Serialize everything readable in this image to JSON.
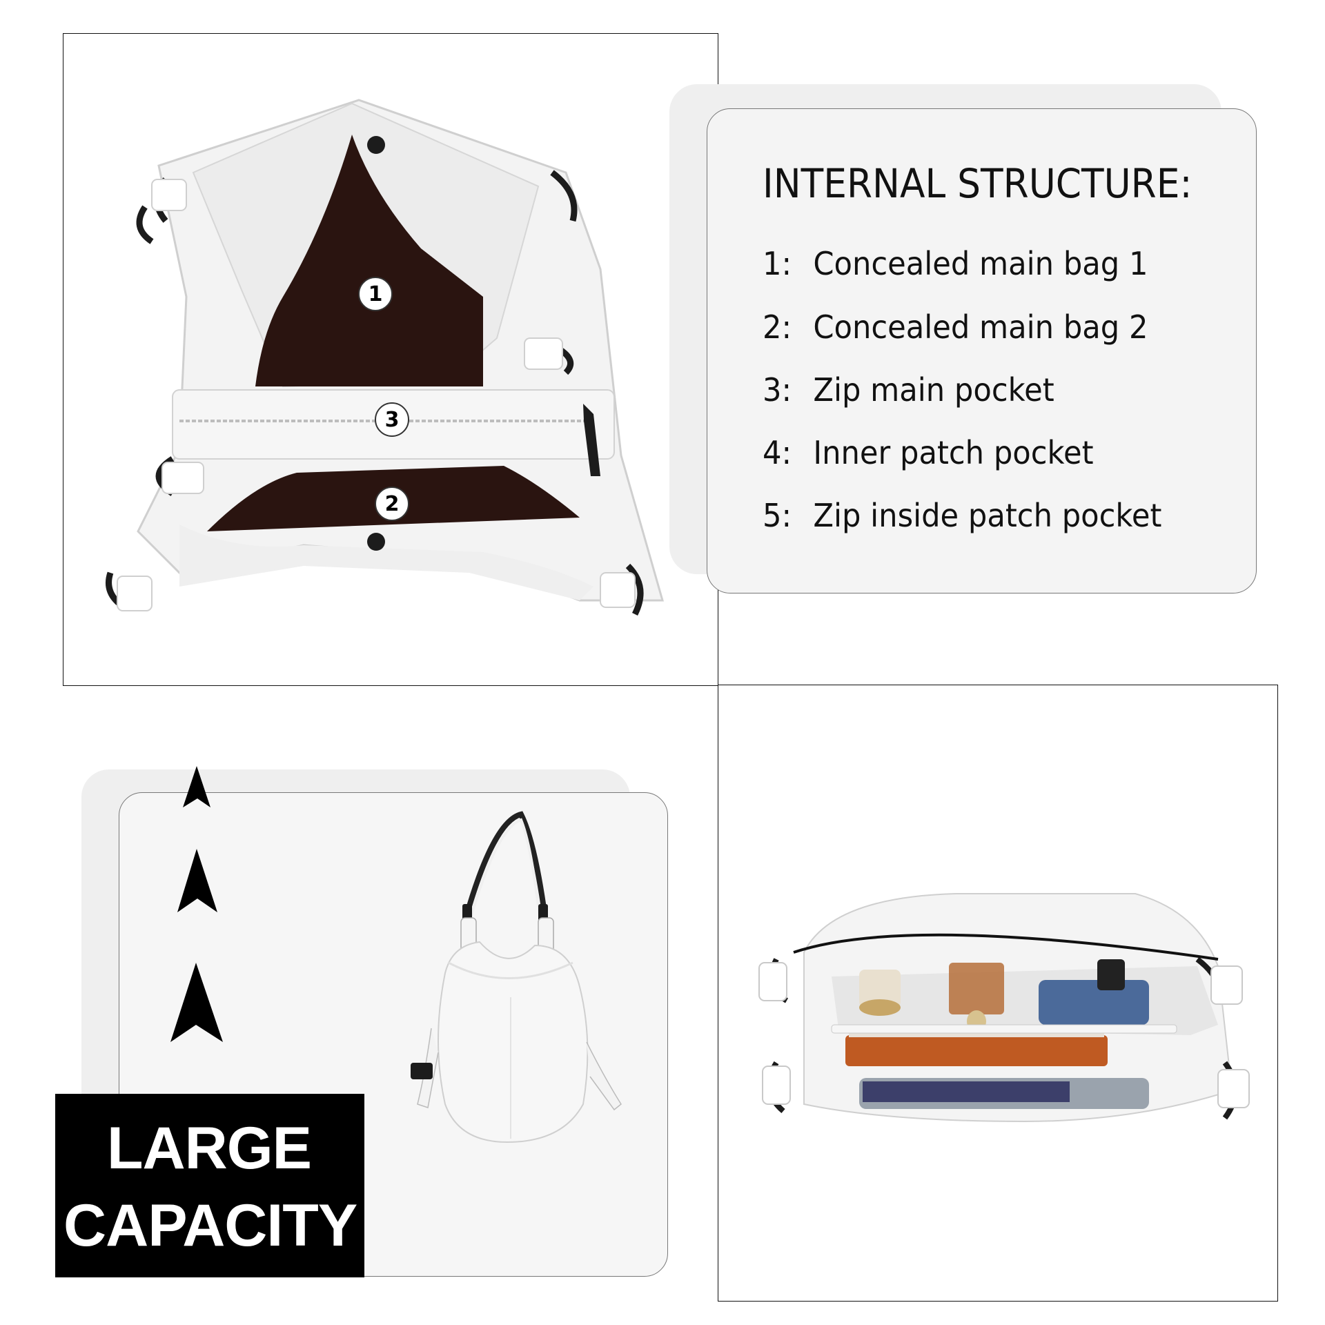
{
  "internal_structure": {
    "title": "INTERNAL STRUCTURE:",
    "items": [
      {
        "number": "1:",
        "label": "Concealed main bag 1"
      },
      {
        "number": "2:",
        "label": "Concealed main bag 2"
      },
      {
        "number": "3:",
        "label": "Zip main pocket"
      },
      {
        "number": "4:",
        "label": "Inner patch pocket"
      },
      {
        "number": "5:",
        "label": "Zip inside patch pocket"
      }
    ]
  },
  "photo_markers": [
    "1",
    "3",
    "2"
  ],
  "badge": {
    "line1": "LARGE",
    "line2": "CAPACITY"
  },
  "colors": {
    "bag": "#f2f2f2",
    "lining": "#2a1410",
    "hardware": "#1c1c1c",
    "badge_bg": "#000000",
    "card_bg": "#f4f4f4"
  }
}
